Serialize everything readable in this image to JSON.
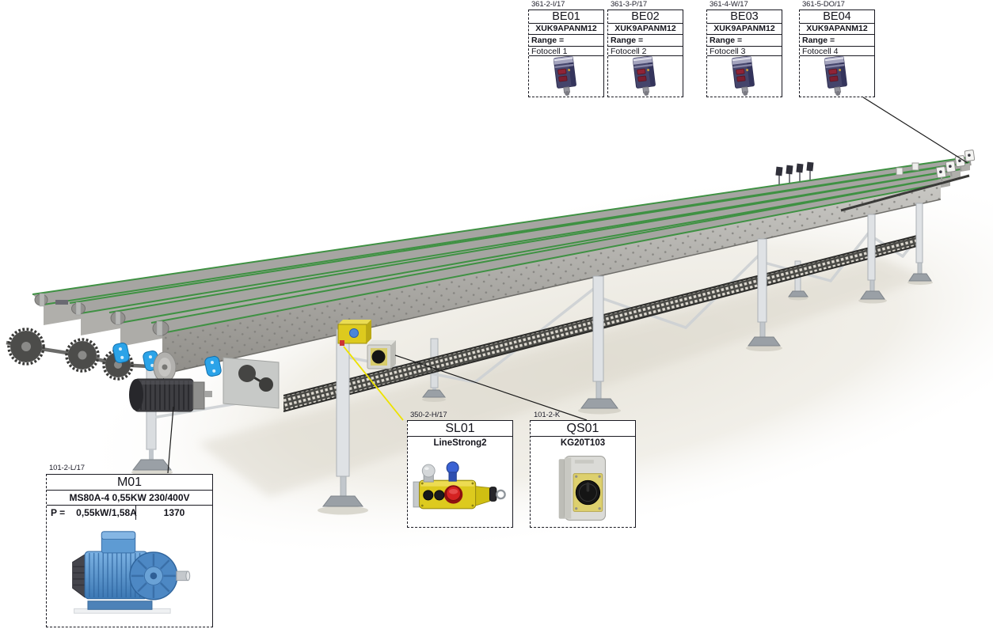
{
  "callouts": {
    "photocells": [
      {
        "ref": "361-2-I/17",
        "tag": "BE01",
        "model": "XUK9APANM12",
        "range": "Range =",
        "desc": "Fotocell 1"
      },
      {
        "ref": "361-3-P/17",
        "tag": "BE02",
        "model": "XUK9APANM12",
        "range": "Range =",
        "desc": "Fotocell 2"
      },
      {
        "ref": "361-4-W/17",
        "tag": "BE03",
        "model": "XUK9APANM12",
        "range": "Range =",
        "desc": "Fotocell 3"
      },
      {
        "ref": "361-5-DO/17",
        "tag": "BE04",
        "model": "XUK9APANM12",
        "range": "Range =",
        "desc": "Fotocell 4"
      }
    ],
    "motor": {
      "ref": "101-2-L/17",
      "tag": "M01",
      "model": "MS80A-4 0,55KW 230/400V",
      "power_label": "P =",
      "power_value": "0,55kW/1,58A",
      "speed": "1370"
    },
    "pull_cord_switch": {
      "ref": "350-2-H/17",
      "tag": "SL01",
      "model": "LineStrong2"
    },
    "main_switch": {
      "ref": "101-2-K",
      "tag": "QS01",
      "model": "KG20T103"
    }
  },
  "colors": {
    "belt_green": "#3f9143",
    "bearing_blue": "#2ba3e8",
    "leader_yellow": "#ede200",
    "leader_black": "#1a1a1a",
    "device_yellow": "#ddca1e",
    "estop_red": "#d42222",
    "motor_blue": "#5e9bd3"
  }
}
